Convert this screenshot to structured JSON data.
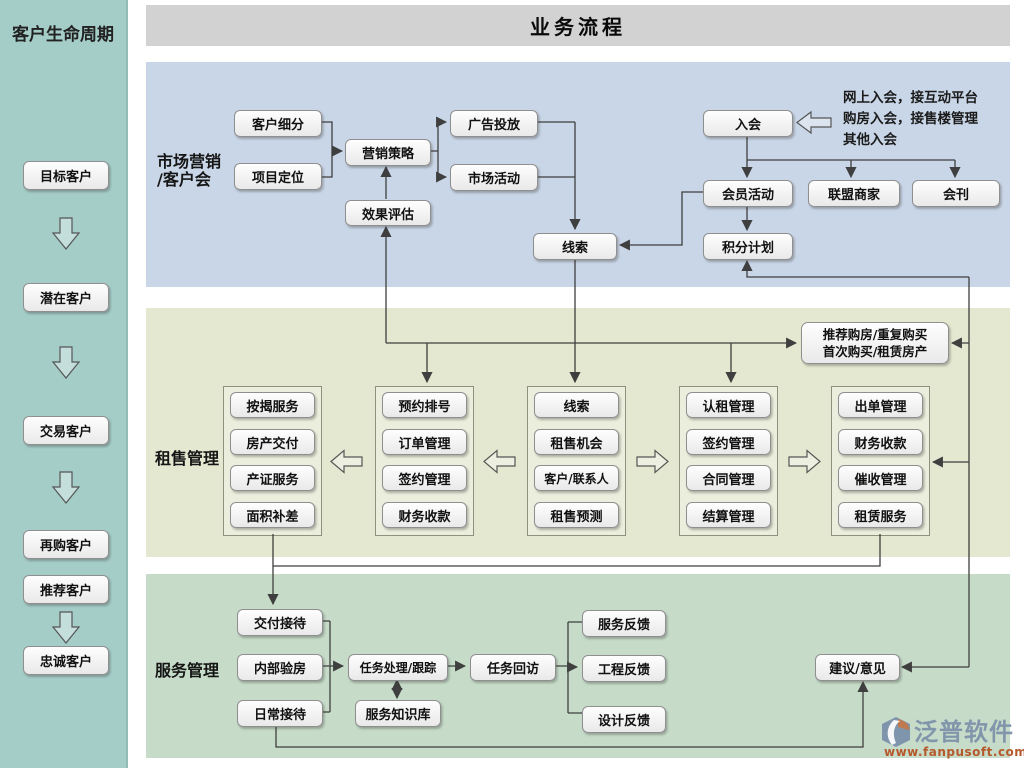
{
  "header": {
    "title": "业务流程"
  },
  "sidebar": {
    "title": "客户生命周期",
    "stages": [
      "目标客户",
      "潜在客户",
      "交易客户",
      "再购客户",
      "推荐客户",
      "忠诚客户"
    ]
  },
  "band1": {
    "label_line1": "市场营销",
    "label_line2": "/客户会",
    "nodes": {
      "segmentation": "客户细分",
      "positioning": "项目定位",
      "strategy": "营销策略",
      "advertising": "广告投放",
      "campaign": "市场活动",
      "evaluation": "效果评估",
      "leads": "线索",
      "join": "入会",
      "member_activity": "会员活动",
      "alliance": "联盟商家",
      "journal": "会刊",
      "points": "积分计划"
    },
    "join_note": [
      "网上入会，接互动平台",
      "购房入会，接售楼管理",
      "其他入会"
    ]
  },
  "band2": {
    "label": "租售管理",
    "referral": [
      "推荐购房/重复购买",
      "首次购买/租赁房产"
    ],
    "groups": [
      [
        "按揭服务",
        "房产交付",
        "产证服务",
        "面积补差"
      ],
      [
        "预约排号",
        "订单管理",
        "签约管理",
        "财务收款"
      ],
      [
        "线索",
        "租售机会",
        "客户/联系人",
        "租售预测"
      ],
      [
        "认租管理",
        "签约管理",
        "合同管理",
        "结算管理"
      ],
      [
        "出单管理",
        "财务收款",
        "催收管理",
        "租赁服务"
      ]
    ]
  },
  "band3": {
    "label": "服务管理",
    "nodes": {
      "delivery": "交付接待",
      "inspection": "内部验房",
      "daily": "日常接待",
      "task": "任务处理/跟踪",
      "kb": "服务知识库",
      "visit": "任务回访",
      "svc_fb": "服务反馈",
      "eng_fb": "工程反馈",
      "design_fb": "设计反馈",
      "suggestion": "建议/意见"
    }
  },
  "logo": {
    "name": "泛普软件",
    "url": "www.fanpusoft.com"
  },
  "colors": {
    "sidebar": "#a5cdc8",
    "band_marketing": "#c9d6e7",
    "band_rental": "#e4e8d0",
    "band_service": "#c6dcc8",
    "header_bar": "#d2d2d2",
    "connector": "#3f3f3f",
    "logo_blue": "#8196ab",
    "logo_orange": "#b5592c"
  }
}
